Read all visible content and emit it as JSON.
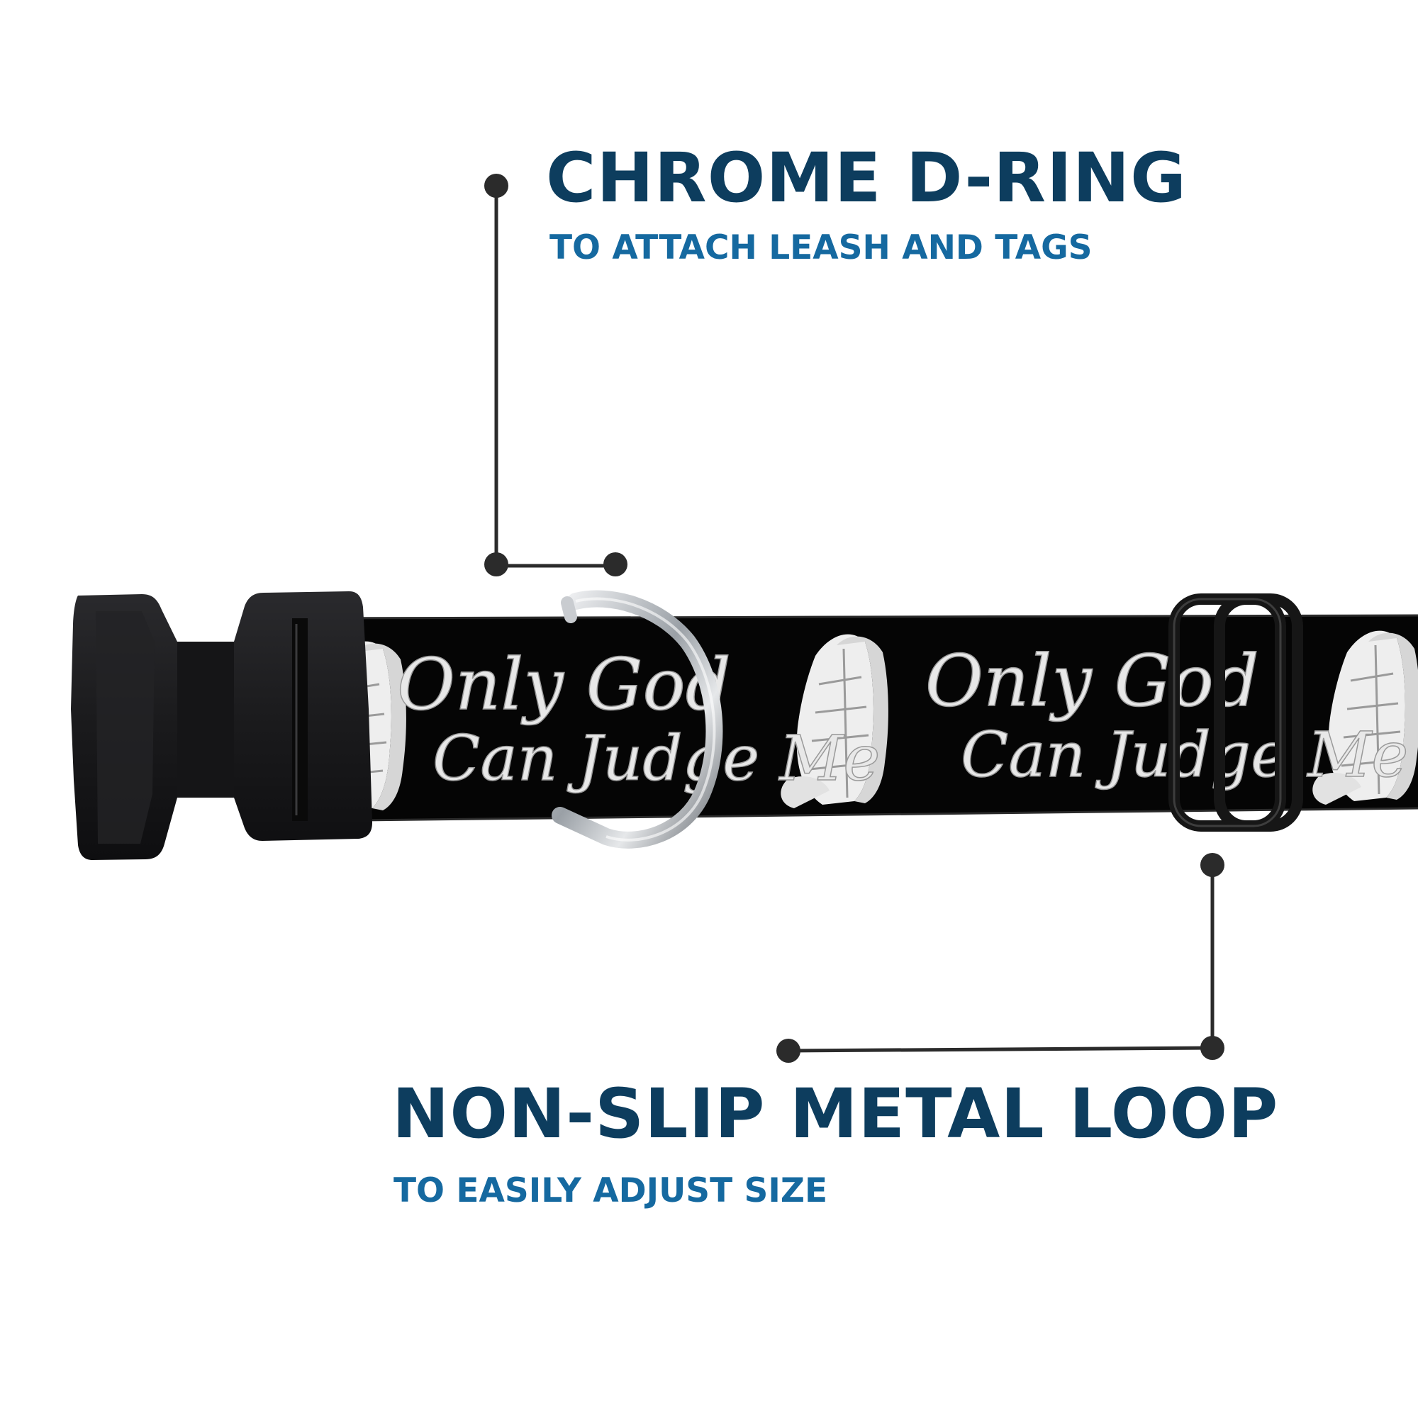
{
  "callouts": {
    "d_ring": {
      "title": "CHROME D-RING",
      "subtitle": "TO ATTACH LEASH AND TAGS"
    },
    "metal_loop": {
      "title": "NON-SLIP METAL LOOP",
      "subtitle": "TO EASILY ADJUST SIZE"
    }
  },
  "collar": {
    "pattern_text_line1": "Only God",
    "pattern_text_line2": "Can Judge Me",
    "pattern_icon": "praying-hands-icon",
    "strap_color": "#050505",
    "print_color": "#e8e8e8"
  },
  "colors": {
    "title": "#0d3d5e",
    "subtitle": "#1569a0",
    "leader_line": "#2b2b2b",
    "buckle": "#1c1c1e",
    "chrome": "#c9ccd0"
  }
}
